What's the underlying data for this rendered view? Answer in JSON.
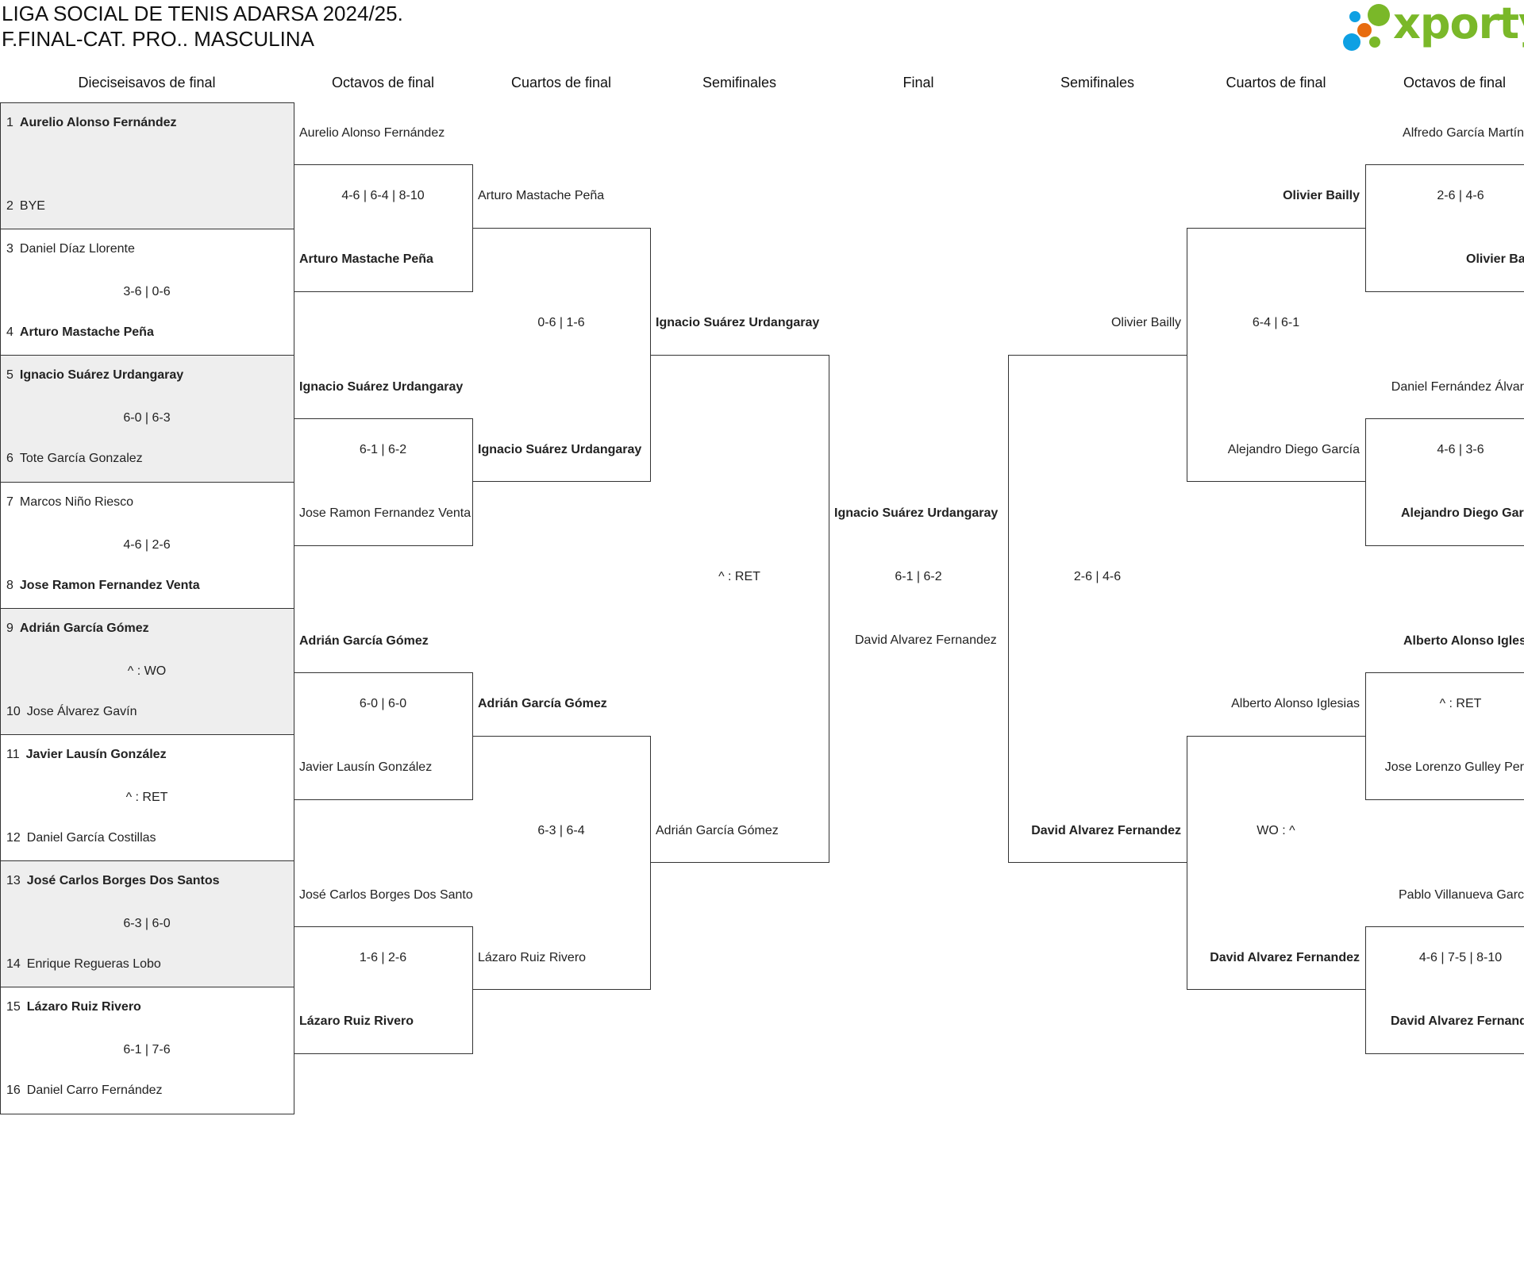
{
  "header": {
    "title_line1": "LIGA SOCIAL DE TENIS ADARSA 2024/25.",
    "title_line2": "F.FINAL-CAT. PRO.. MASCULINA"
  },
  "logo": {
    "text": "xporty",
    "colors": {
      "green": "#7ab829",
      "blue": "#0ea0e3",
      "orange": "#e86c0f"
    }
  },
  "rounds": {
    "left": [
      "Dieciseisavos de final",
      "Octavos de final",
      "Cuartos de final",
      "Semifinales"
    ],
    "final": "Final",
    "right": [
      "Semifinales",
      "Cuartos de final",
      "Octavos de final"
    ]
  },
  "r16_left": [
    {
      "p1": {
        "seed": "1",
        "name": "Aurelio Alonso Fernández",
        "winner": true
      },
      "p2": {
        "seed": "2",
        "name": "BYE",
        "winner": false
      },
      "score": ""
    },
    {
      "p1": {
        "seed": "3",
        "name": "Daniel Díaz Llorente",
        "winner": false
      },
      "p2": {
        "seed": "4",
        "name": "Arturo Mastache Peña",
        "winner": true
      },
      "score": "3-6 | 0-6"
    },
    {
      "p1": {
        "seed": "5",
        "name": "Ignacio Suárez Urdangaray",
        "winner": true
      },
      "p2": {
        "seed": "6",
        "name": "Tote García Gonzalez",
        "winner": false
      },
      "score": "6-0 | 6-3"
    },
    {
      "p1": {
        "seed": "7",
        "name": "Marcos Niño Riesco",
        "winner": false
      },
      "p2": {
        "seed": "8",
        "name": "Jose Ramon Fernandez Venta",
        "winner": true
      },
      "score": "4-6 | 2-6"
    },
    {
      "p1": {
        "seed": "9",
        "name": "Adrián García Gómez",
        "winner": true
      },
      "p2": {
        "seed": "10",
        "name": "Jose Álvarez Gavín",
        "winner": false
      },
      "score": "^ : WO"
    },
    {
      "p1": {
        "seed": "11",
        "name": "Javier Lausín González",
        "winner": true
      },
      "p2": {
        "seed": "12",
        "name": "Daniel García Costillas",
        "winner": false
      },
      "score": "^ : RET"
    },
    {
      "p1": {
        "seed": "13",
        "name": "José Carlos Borges Dos Santos",
        "winner": true
      },
      "p2": {
        "seed": "14",
        "name": "Enrique Regueras Lobo",
        "winner": false
      },
      "score": "6-3 | 6-0"
    },
    {
      "p1": {
        "seed": "15",
        "name": "Lázaro Ruiz Rivero",
        "winner": true
      },
      "p2": {
        "seed": "16",
        "name": "Daniel Carro Fernández",
        "winner": false
      },
      "score": "6-1 | 7-6"
    }
  ],
  "r8_left": [
    {
      "p1": {
        "name": "Aurelio Alonso Fernández",
        "winner": false
      },
      "p2": {
        "name": "Arturo Mastache Peña",
        "winner": true
      },
      "score": "4-6 | 6-4 | 8-10"
    },
    {
      "p1": {
        "name": "Ignacio Suárez Urdangaray",
        "winner": true
      },
      "p2": {
        "name": "Jose Ramon Fernandez Venta",
        "winner": false
      },
      "score": "6-1 | 6-2"
    },
    {
      "p1": {
        "name": "Adrián García Gómez",
        "winner": true
      },
      "p2": {
        "name": "Javier Lausín González",
        "winner": false
      },
      "score": "6-0 | 6-0"
    },
    {
      "p1": {
        "name": "José Carlos Borges Dos Santos",
        "winner": false
      },
      "p2": {
        "name": "Lázaro Ruiz Rivero",
        "winner": true
      },
      "score": "1-6 | 2-6"
    }
  ],
  "qf_left": [
    {
      "p1": {
        "name": "Arturo Mastache Peña",
        "winner": false
      },
      "p2": {
        "name": "Ignacio Suárez Urdangaray",
        "winner": true
      },
      "score": "0-6 | 1-6"
    },
    {
      "p1": {
        "name": "Adrián García Gómez",
        "winner": true
      },
      "p2": {
        "name": "Lázaro Ruiz Rivero",
        "winner": false
      },
      "score": "6-3 | 6-4"
    }
  ],
  "sf_left": [
    {
      "p1": {
        "name": "Ignacio Suárez Urdangaray",
        "winner": true
      },
      "p2": {
        "name": "Adrián García Gómez",
        "winner": false
      },
      "score": "^ : RET"
    }
  ],
  "final": [
    {
      "p1": {
        "name": "Ignacio Suárez Urdangaray",
        "winner": true
      },
      "p2": {
        "name": "David Alvarez Fernandez",
        "winner": false
      },
      "score": "6-1 | 6-2"
    }
  ],
  "sf_right": [
    {
      "p1": {
        "name": "Olivier Bailly",
        "winner": false
      },
      "p2": {
        "name": "David Alvarez Fernandez",
        "winner": true
      },
      "score": "2-6 | 4-6"
    }
  ],
  "qf_right": [
    {
      "p1": {
        "name": "Olivier Bailly",
        "winner": true
      },
      "p2": {
        "name": "Alejandro Diego García",
        "winner": false
      },
      "score": "6-4 | 6-1"
    },
    {
      "p1": {
        "name": "Alberto Alonso Iglesias",
        "winner": false
      },
      "p2": {
        "name": "David Alvarez Fernandez",
        "winner": true
      },
      "score": "WO : ^"
    }
  ],
  "r8_right": [
    {
      "p1": {
        "name": "Alfredo García Martín",
        "winner": false
      },
      "p2": {
        "name": "Olivier Bai",
        "winner": true
      },
      "score": "2-6 | 4-6"
    },
    {
      "p1": {
        "name": "Daniel Fernández Álvar",
        "winner": false
      },
      "p2": {
        "name": "Alejandro Diego Garc",
        "winner": true
      },
      "score": "4-6 | 3-6"
    },
    {
      "p1": {
        "name": "Alberto Alonso Iglesi",
        "winner": true
      },
      "p2": {
        "name": "Jose Lorenzo Gulley Per",
        "winner": false
      },
      "score": "^ : RET"
    },
    {
      "p1": {
        "name": "Pablo Villanueva Garc",
        "winner": false
      },
      "p2": {
        "name": "David Alvarez Fernand",
        "winner": true
      },
      "score": "4-6 | 7-5 | 8-10"
    }
  ]
}
